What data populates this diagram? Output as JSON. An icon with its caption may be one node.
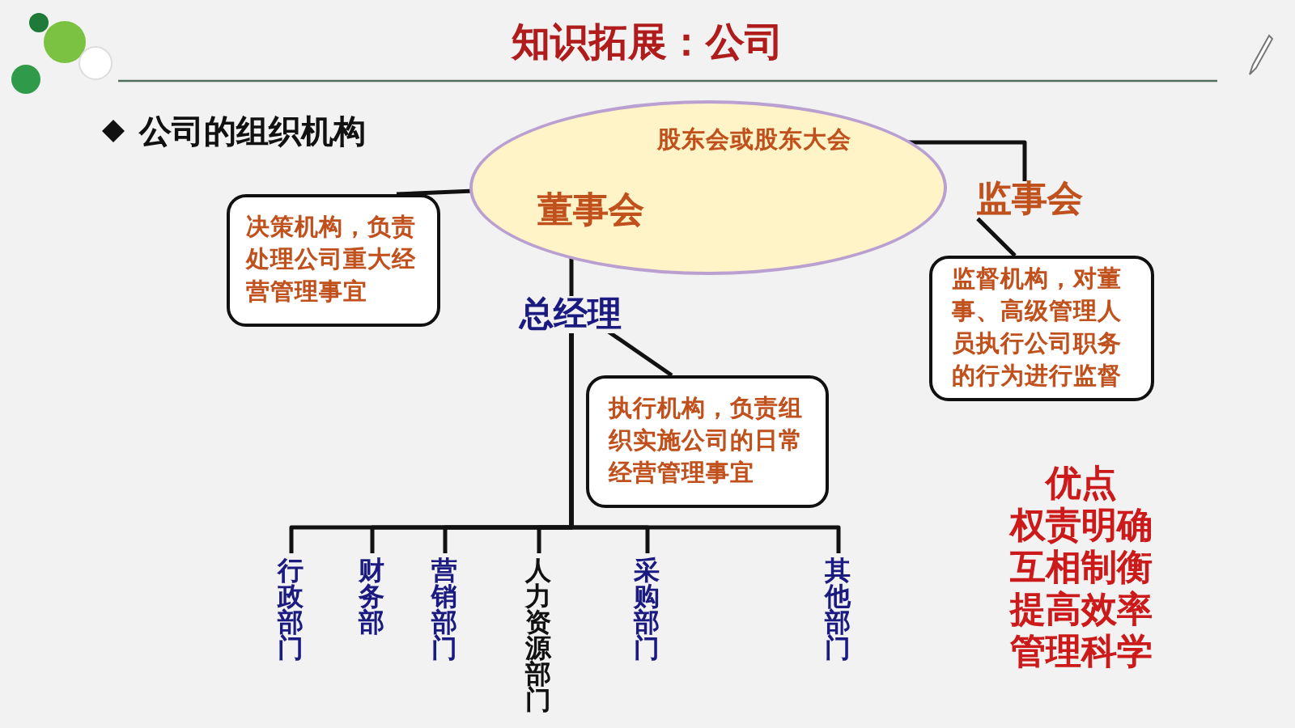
{
  "diagram": {
    "title": "知识拓展：公司",
    "nodes": [
      {
        "text": [
          "股东会或股东大会",
          "董事会"
        ]
      },
      {
        "text": [
          "监事会"
        ]
      },
      {
        "text": [
          "决策机构，负责处理公司重大经营管理事宜"
        ]
      },
      {
        "text": [
          "总经理"
        ]
      },
      {
        "text": [
          "执行机构，负责组织实施公司的日常经营管理事宜"
        ]
      },
      {
        "text": [
          "监督机构，对董事、高级管理人员执行公司职务的行为进行监督"
        ]
      },
      {
        "text": [
          "行政部门"
        ]
      },
      {
        "text": [
          "财务部"
        ]
      },
      {
        "text": [
          "营销部门"
        ]
      },
      {
        "text": [
          "人力资源部门"
        ]
      },
      {
        "text": [
          "采购部门"
        ]
      },
      {
        "text": [
          "其他部门"
        ]
      }
    ],
    "edges": [
      {
        "from": 0,
        "to": 3,
        "arrow": "none"
      },
      {
        "from": 0,
        "to": 1,
        "arrow": "none"
      },
      {
        "from": 2,
        "to": 0,
        "arrow": "none"
      },
      {
        "from": 4,
        "to": 3,
        "arrow": "none"
      },
      {
        "from": 5,
        "to": 1,
        "arrow": "none"
      },
      {
        "from": 3,
        "to": 6,
        "arrow": "none"
      },
      {
        "from": 3,
        "to": 7,
        "arrow": "none"
      },
      {
        "from": 3,
        "to": 8,
        "arrow": "none"
      },
      {
        "from": 3,
        "to": 9,
        "arrow": "none"
      },
      {
        "from": 3,
        "to": 10,
        "arrow": "none"
      },
      {
        "from": 3,
        "to": 11,
        "arrow": "none"
      }
    ],
    "labels": [
      "公司的组织机构",
      "优点",
      "权责明确",
      "互相制衡",
      "提高效率",
      "管理科学"
    ]
  }
}
